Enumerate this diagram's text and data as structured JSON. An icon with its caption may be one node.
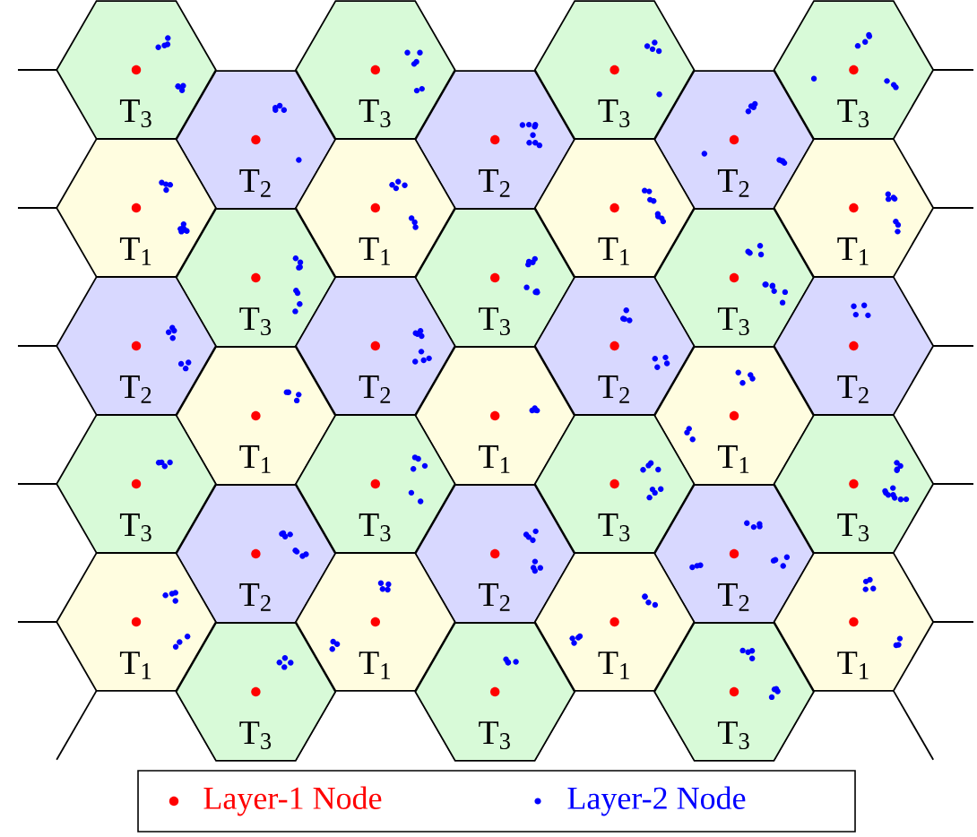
{
  "diagram": {
    "nodes": [
      {
        "text": [
          "T$_{3}$"
        ]
      },
      {
        "text": [
          "T$_{3}$"
        ]
      },
      {
        "text": [
          "T$_{3}$"
        ]
      },
      {
        "text": [
          "T$_{3}$"
        ]
      },
      {
        "text": [
          "T$_{2}$"
        ]
      },
      {
        "text": [
          "T$_{2}$"
        ]
      },
      {
        "text": [
          "T$_{2}$"
        ]
      },
      {
        "text": [
          "T$_{1}$"
        ]
      },
      {
        "text": [
          "T$_{1}$"
        ]
      },
      {
        "text": [
          "T$_{1}$"
        ]
      },
      {
        "text": [
          "T$_{1}$"
        ]
      },
      {
        "text": [
          "T$_{3}$"
        ]
      },
      {
        "text": [
          "T$_{3}$"
        ]
      },
      {
        "text": [
          "T$_{3}$"
        ]
      },
      {
        "text": [
          "T$_{2}$"
        ]
      },
      {
        "text": [
          "T$_{2}$"
        ]
      },
      {
        "text": [
          "T$_{2}$"
        ]
      },
      {
        "text": [
          "T$_{2}$"
        ]
      },
      {
        "text": [
          "T$_{1}$"
        ]
      },
      {
        "text": [
          "T$_{1}$"
        ]
      },
      {
        "text": [
          "T$_{1}$"
        ]
      },
      {
        "text": [
          "T$_{3}$"
        ]
      },
      {
        "text": [
          "T$_{3}$"
        ]
      },
      {
        "text": [
          "T$_{3}$"
        ]
      },
      {
        "text": [
          "T$_{3}$"
        ]
      },
      {
        "text": [
          "T$_{2}$"
        ]
      },
      {
        "text": [
          "T$_{2}$"
        ]
      },
      {
        "text": [
          "T$_{2}$"
        ]
      },
      {
        "text": [
          "T$_{1}$"
        ]
      },
      {
        "text": [
          "T$_{1}$"
        ]
      },
      {
        "text": [
          "T$_{1}$"
        ]
      },
      {
        "text": [
          "T$_{1}$"
        ]
      },
      {
        "text": [
          "T$_{3}$"
        ]
      },
      {
        "text": [
          "T$_{3}$"
        ]
      },
      {
        "text": [
          "T$_{3}$"
        ]
      }
    ],
    "legend": [
      {
        "text": "Layer-1 Node",
        "color": "#ff0000"
      },
      {
        "text": "Layer-2 Node",
        "color": "#0000ff"
      }
    ]
  }
}
